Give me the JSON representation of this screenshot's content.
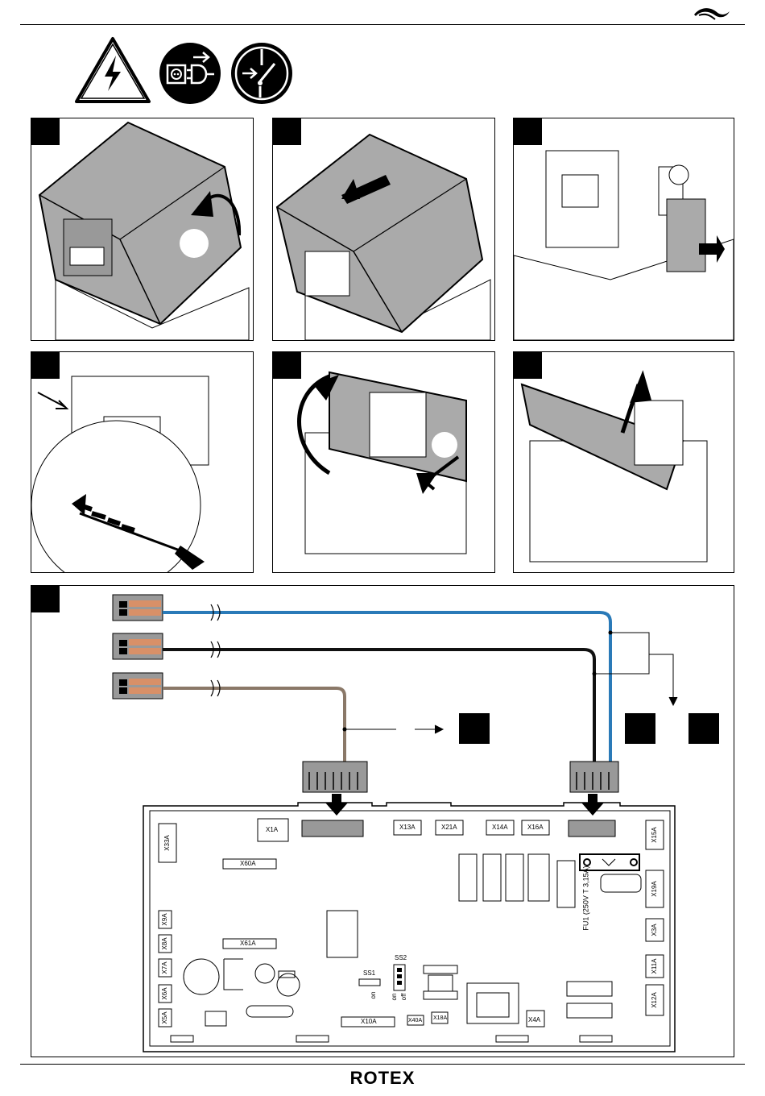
{
  "header": {
    "logo_icon": "rotex-swoosh-logo"
  },
  "safety_icons": [
    "electric-hazard-icon",
    "disconnect-mains-plug-icon",
    "switch-off-power-icon"
  ],
  "steps": {
    "count": 7,
    "panels": [
      "remove-cover",
      "slide-cover",
      "remove-terminal-cover",
      "release-controller",
      "open-controller",
      "lift-cover",
      "connect-cables"
    ]
  },
  "cables": [
    {
      "name": "blue-cable",
      "color": "#2a7ab8"
    },
    {
      "name": "black-cable",
      "color": "#111111"
    },
    {
      "name": "brown-cable",
      "color": "#8a7868"
    }
  ],
  "pcb": {
    "labels": {
      "x1a": "X1A",
      "x13a": "X13A",
      "x21a": "X21A",
      "x14a": "X14A",
      "x16a": "X16A",
      "x15a": "X15A",
      "x33a": "X33A",
      "x60a": "X60A",
      "x19a": "X19A",
      "fuse": "FU1 (250V T 3,15A)",
      "x9a": "X9A",
      "x8a": "X8A",
      "x61a": "X61A",
      "x3a": "X3A",
      "x7a": "X7A",
      "x11a": "X11A",
      "x6a": "X6A",
      "x12a": "X12A",
      "x5a": "X5A",
      "x10a": "X10A",
      "x40a": "X40A",
      "x18a": "X18A",
      "x4a": "X4A",
      "ss1": "SS1",
      "ss2": "SS2",
      "on1": "on",
      "on2": "on",
      "off": "off"
    }
  },
  "footer": {
    "brand": "ROTEX"
  }
}
